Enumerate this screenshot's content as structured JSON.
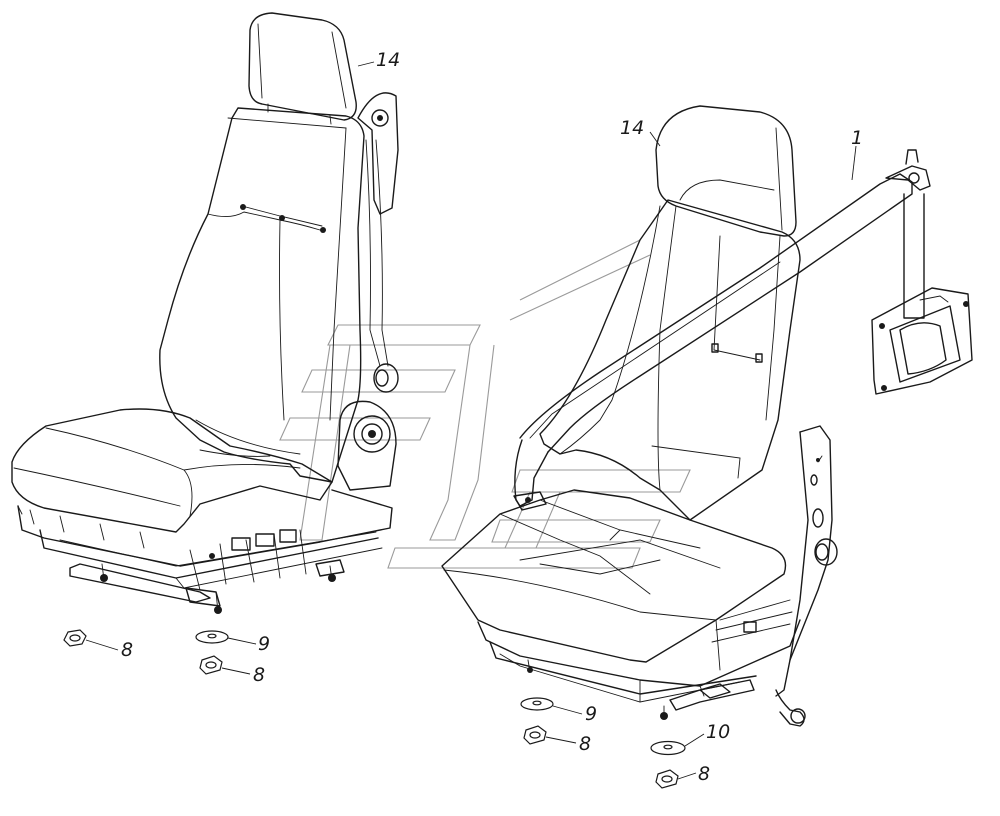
{
  "callouts": {
    "left_headrest": "14",
    "right_headrest": "14",
    "seat_belt": "1",
    "left_nut_a": "8",
    "left_washer": "9",
    "left_nut_b": "8",
    "right_washer_a": "9",
    "right_nut_a": "8",
    "right_washer_b": "10",
    "right_nut_b": "8"
  }
}
